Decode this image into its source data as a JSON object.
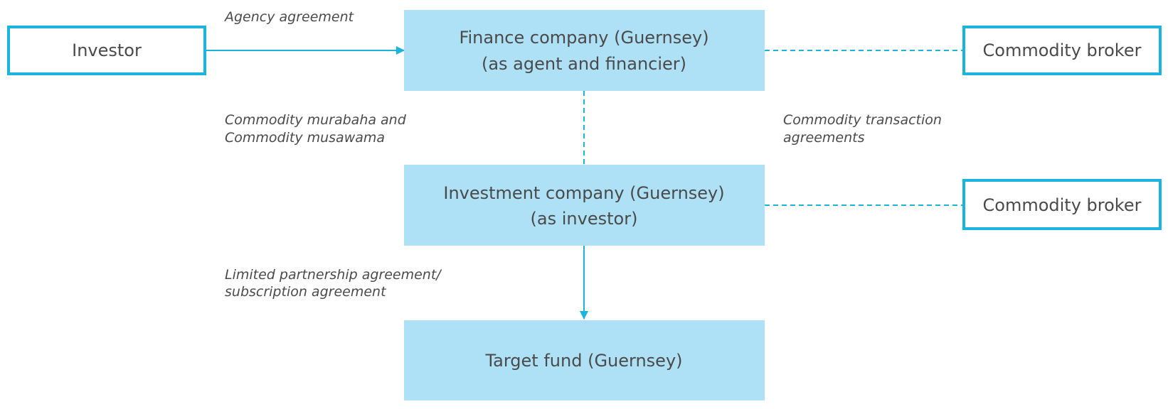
{
  "colors": {
    "accent": "#1ab4dc",
    "fill": "#aee1f5",
    "text": "#4a4a4a",
    "background": "#ffffff"
  },
  "nodes": {
    "investor": {
      "lines": [
        "Investor"
      ]
    },
    "finance_company": {
      "lines": [
        "Finance company (Guernsey)",
        "(as agent and financier)"
      ]
    },
    "broker_top": {
      "lines": [
        "Commodity broker"
      ]
    },
    "investment_company": {
      "lines": [
        "Investment company (Guernsey)",
        "(as investor)"
      ]
    },
    "broker_bottom": {
      "lines": [
        "Commodity broker"
      ]
    },
    "target_fund": {
      "lines": [
        "Target fund (Guernsey)"
      ]
    }
  },
  "edge_labels": {
    "agency": [
      "Agency agreement"
    ],
    "murabaha": [
      "Commodity murabaha and",
      "Commodity musawama"
    ],
    "transaction": [
      "Commodity transaction",
      "agreements"
    ],
    "partnership": [
      "Limited partnership agreement/",
      "subscription agreement"
    ]
  }
}
